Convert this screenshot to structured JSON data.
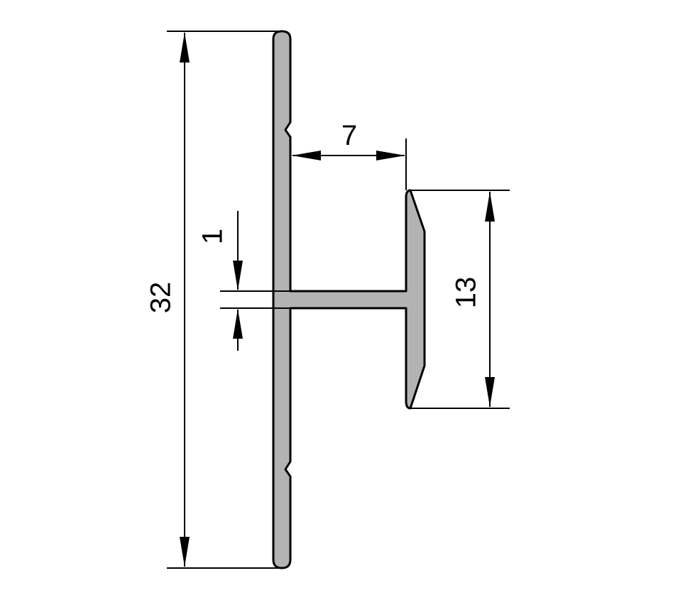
{
  "dimensions": {
    "overall_height": "32",
    "web_offset": "7",
    "flange_height": "13",
    "web_thickness": "1"
  },
  "colors": {
    "profile_fill": "#b3b3b3",
    "outline": "#000000",
    "background": "#ffffff"
  }
}
